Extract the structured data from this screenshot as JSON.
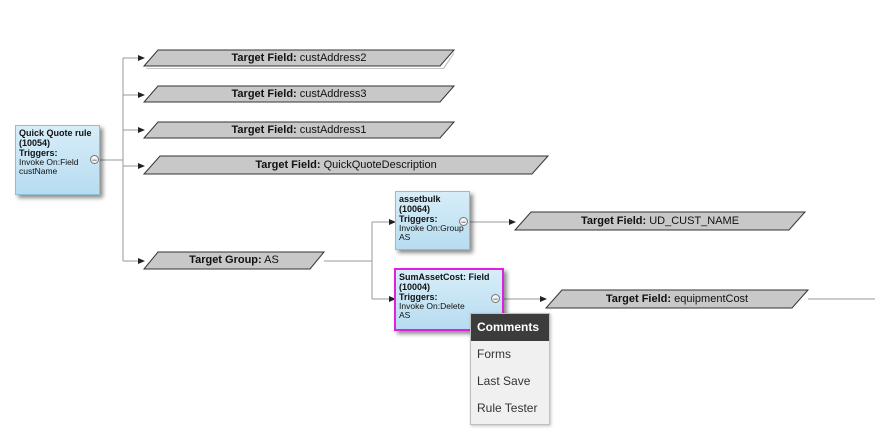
{
  "rules": {
    "quick_quote": {
      "name": "Quick Quote rule",
      "id": "(10054)",
      "triggers_label": "Triggers:",
      "invoke": "Invoke On:Field",
      "detail": "custName"
    },
    "assetbulk": {
      "name": "assetbulk",
      "id": "(10064)",
      "triggers_label": "Triggers:",
      "invoke": "Invoke On:Group",
      "detail": "AS"
    },
    "sum_asset_cost": {
      "name": "SumAssetCost: Field",
      "id": "(10004)",
      "triggers_label": "Triggers:",
      "invoke": "Invoke On:Delete",
      "detail": "AS"
    }
  },
  "collapse_symbol": "−",
  "targets": {
    "field_prefix": "Target Field:",
    "group_prefix": "Target Group:",
    "cust_address2": "custAddress2",
    "cust_address3": "custAddress3",
    "cust_address1": "custAddress1",
    "quick_quote_description": "QuickQuoteDescription",
    "group_as": "AS",
    "ud_cust_name": "UD_CUST_NAME",
    "equipment_cost": "equipmentCost"
  },
  "context_menu": {
    "items": [
      "Comments",
      "Forms",
      "Last Save",
      "Rule Tester"
    ],
    "highlighted": "Comments"
  },
  "colors": {
    "rule_fill": "#c4e4f4",
    "target_fill": "#c8c8c8",
    "selected_border": "#e020e0",
    "connector": "#9a9a9a"
  }
}
